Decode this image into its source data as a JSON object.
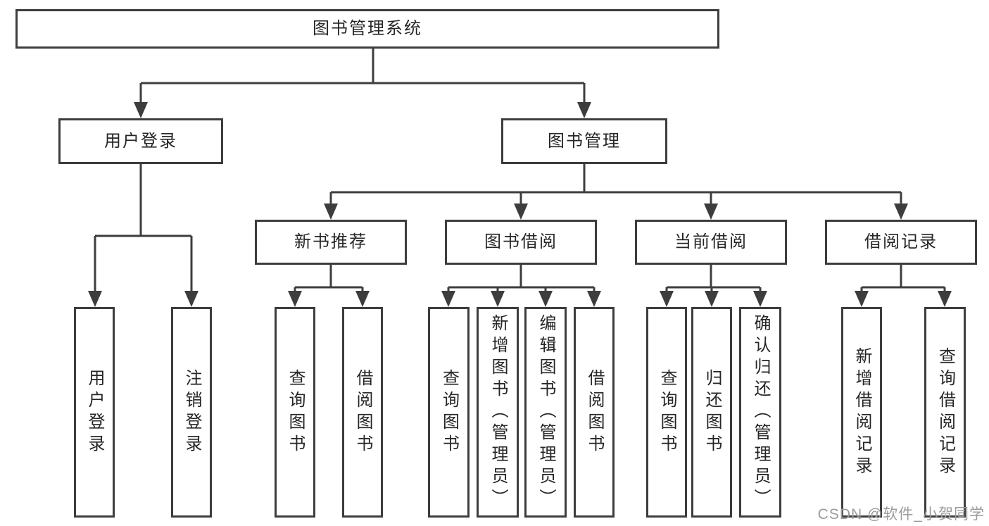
{
  "tree": {
    "root": "图书管理系统",
    "branches": [
      {
        "label": "用户登录",
        "children": [
          "用户登录",
          "注销登录"
        ]
      },
      {
        "label": "图书管理",
        "groups": [
          {
            "label": "新书推荐",
            "children": [
              "查询图书",
              "借阅图书"
            ]
          },
          {
            "label": "图书借阅",
            "children": [
              "查询图书",
              "新增图书（管理员）",
              "编辑图书（管理员）",
              "借阅图书"
            ]
          },
          {
            "label": "当前借阅",
            "children": [
              "查询图书",
              "归还图书",
              "确认归还（管理员）"
            ]
          },
          {
            "label": "借阅记录",
            "children": [
              "新增借阅记录",
              "查询借阅记录"
            ]
          }
        ]
      }
    ]
  },
  "watermark": "CSDN @软件_小贺同学",
  "colors": {
    "line": "#3d3d3d",
    "text": "#262626",
    "background": "#ffffff",
    "watermark": "#9b9b9b"
  }
}
